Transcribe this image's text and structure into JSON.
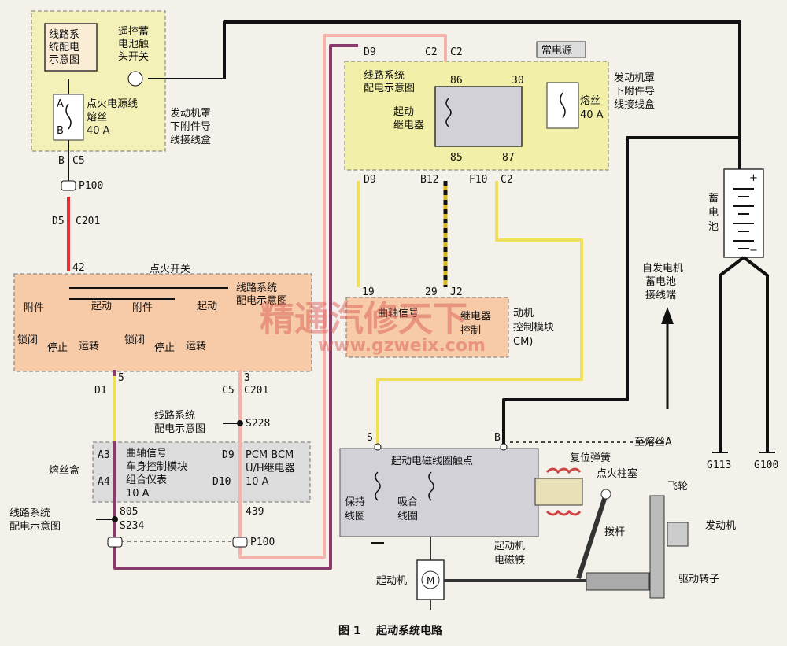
{
  "caption": {
    "num": "图 1",
    "title": "起动系统电路"
  },
  "watermark": {
    "main": "精通汽修天下",
    "url": "www.gzweix.com"
  },
  "fuse_box_left": {
    "wiring_ref": [
      "线路系",
      "统配电",
      "示意图"
    ],
    "remote_switch": [
      "遥控蓄",
      "电池触",
      "头开关"
    ],
    "pin_a": "A",
    "pin_b": "B",
    "fuse_label": [
      "点火电源线",
      "熔丝"
    ],
    "fuse_rating": "40 A",
    "location": [
      "发动机罩",
      "下附件导",
      "线接线盒"
    ]
  },
  "connectors": {
    "b": "B",
    "c5_top": "C5",
    "p100_top": "P100",
    "d5": "D5",
    "c201_top": "C201",
    "n42": "42",
    "d9_top": "D9",
    "c2_top_a": "C2",
    "c2_top_b": "C2",
    "d9_mid": "D9",
    "b12": "B12",
    "f10": "F10",
    "c2_mid": "C2",
    "n19": "19",
    "n29": "29",
    "j2": "J2",
    "n5": "5",
    "n3": "3",
    "d1": "D1",
    "c5_mid": "C5",
    "c201_mid": "C201",
    "s228": "S228",
    "a3": "A3",
    "a4": "A4",
    "d9_low": "D9",
    "d10": "D10",
    "n805": "805",
    "n439": "439",
    "s234": "S234",
    "p100_bot": "P100",
    "s": "S",
    "b_sol": "B",
    "g113": "G113",
    "g100": "G100"
  },
  "relay_box": {
    "wiring_ref": [
      "线路系统",
      "配电示意图"
    ],
    "n86": "86",
    "n85": "85",
    "n30": "30",
    "n87": "87",
    "relay": [
      "起动",
      "继电器"
    ],
    "const_power": "常电源",
    "fuse": "熔丝",
    "fuse_rating": "40 A",
    "location": [
      "发动机罩",
      "下附件导",
      "线接线盒"
    ]
  },
  "ignition": {
    "title": "点火开关",
    "wiring_ref": [
      "线路系统",
      "配电示意图"
    ],
    "acc_a": "附件",
    "start_a": "起动",
    "lock_a": "锁闭",
    "off_a": "停止",
    "run_a": "运转",
    "acc_b": "附件",
    "start_b": "起动",
    "lock_b": "锁闭",
    "off_b": "停止",
    "run_b": "运转"
  },
  "pcm": {
    "crank": "曲轴信号",
    "relay_ctrl": [
      "继电器",
      "控制"
    ],
    "name": [
      "动机",
      "控制模块",
      "CM)"
    ]
  },
  "wiring_ref_mid": [
    "线路系统",
    "配电示意图"
  ],
  "fuse_box_bottom": {
    "title": "熔丝盒",
    "left": [
      "曲轴信号",
      "车身控制模块",
      "组合仪表",
      "10 A"
    ],
    "right": [
      "PCM BCM",
      "U/H继电器",
      "10 A"
    ]
  },
  "wiring_ref_low": [
    "线路系统",
    "配电示意图"
  ],
  "battery": {
    "name": [
      "蓄",
      "电",
      "池"
    ],
    "plus": "+",
    "minus": "−"
  },
  "alt_terminal": [
    "自发电机",
    "蓄电池",
    "接线端"
  ],
  "to_fuse_a": "至熔丝A",
  "solenoid": {
    "contacts": "起动电磁线圈触点",
    "hold": [
      "保持",
      "线圈"
    ],
    "pull": [
      "吸合",
      "线圈"
    ],
    "spring": "复位弹簧",
    "plunger": "点火柱塞",
    "magnet": [
      "起动机",
      "电磁铁"
    ],
    "lever": "拨杆",
    "flywheel": "飞轮",
    "engine": "发动机",
    "rotor": "驱动转子",
    "motor": "起动机",
    "m": "M"
  }
}
